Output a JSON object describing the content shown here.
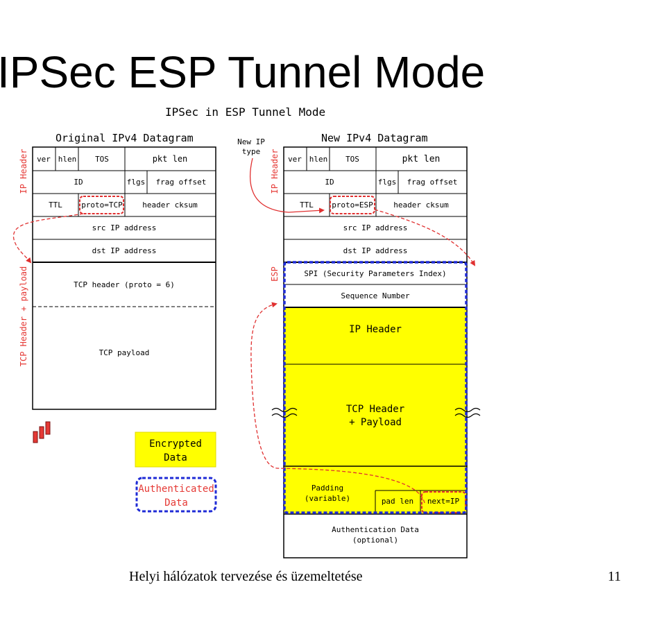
{
  "slide": {
    "title": "IPSec ESP Tunnel Mode",
    "footer": "Helyi hálózatok tervezése és üzemeltetése",
    "page_number": "11"
  },
  "diagram": {
    "title": "IPSec in ESP Tunnel Mode",
    "original": {
      "title": "Original IPv4 Datagram",
      "ip_header_label": "IP Header",
      "tcp_label": "TCP Header + payload",
      "ver": "ver",
      "hlen": "hlen",
      "tos": "TOS",
      "pkt_len": "pkt len",
      "id": "ID",
      "flgs": "flgs",
      "frag_offset": "frag offset",
      "ttl": "TTL",
      "proto": "proto=TCP",
      "header_cksum": "header cksum",
      "src_ip": "src IP address",
      "dst_ip": "dst IP address",
      "tcp_header": "TCP header (proto = 6)",
      "tcp_payload": "TCP payload"
    },
    "new": {
      "title": "New IPv4 Datagram",
      "ip_header_label": "IP Header",
      "esp_label": "ESP",
      "new_ip_type_line1": "New IP",
      "new_ip_type_line2": "type",
      "ver": "ver",
      "hlen": "hlen",
      "tos": "TOS",
      "pkt_len": "pkt len",
      "id": "ID",
      "flgs": "flgs",
      "frag_offset": "frag offset",
      "ttl": "TTL",
      "proto": "proto=ESP",
      "header_cksum": "header cksum",
      "src_ip": "src IP address",
      "dst_ip": "dst IP address",
      "spi": "SPI (Security Parameters Index)",
      "seq": "Sequence Number",
      "inner_ip_header": "IP Header",
      "tcp_line1": "TCP Header",
      "tcp_line2": "+ Payload",
      "padding_line1": "Padding",
      "padding_line2": "(variable)",
      "pad_len": "pad len",
      "next": "next=IP",
      "auth_line1": "Authentication Data",
      "auth_line2": "(optional)"
    },
    "legend": {
      "encrypted_line1": "Encrypted",
      "encrypted_line2": "Data",
      "authenticated_line1": "Authenticated",
      "authenticated_line2": "Data"
    },
    "colors": {
      "encrypted_fill": "#ffff00",
      "auth_border": "#1f2bd6",
      "highlight": "#e03030",
      "label_red": "#e53935"
    }
  }
}
